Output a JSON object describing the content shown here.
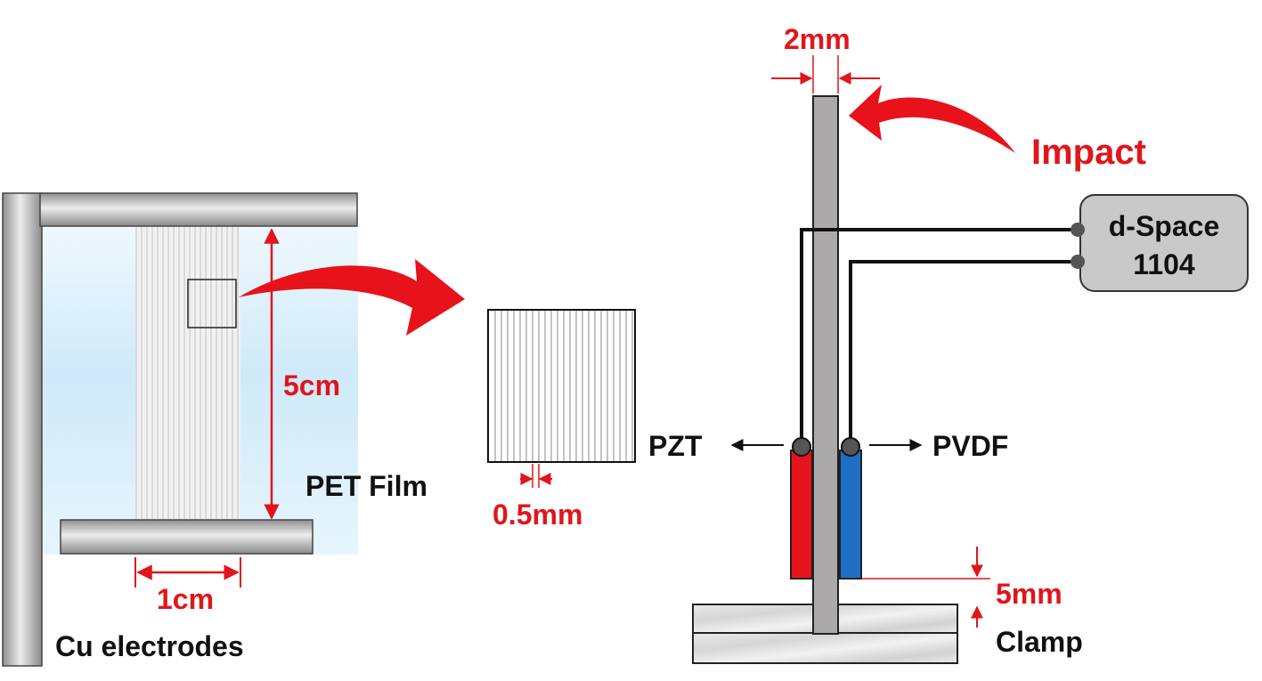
{
  "labels": {
    "pet_film": "PET  Film",
    "cu_electrodes": "Cu  electrodes",
    "dim_5cm": "5cm",
    "dim_1cm": "1cm",
    "dim_05mm": "0.5mm",
    "dim_2mm": "2mm",
    "impact": "Impact",
    "dspace_line1": "d-Space",
    "dspace_line2": "1104",
    "pzt": "PZT",
    "pvdf": "PVDF",
    "dim_5mm": "5mm",
    "clamp": "Clamp"
  },
  "colors": {
    "annotation_red": "#e0161b",
    "pzt_red": "#e8121a",
    "pvdf_blue": "#1f6fc4",
    "beam_gray": "#aba9aa",
    "box_gray": "#c9c9c9",
    "film_blue": "#d2ecfa"
  }
}
